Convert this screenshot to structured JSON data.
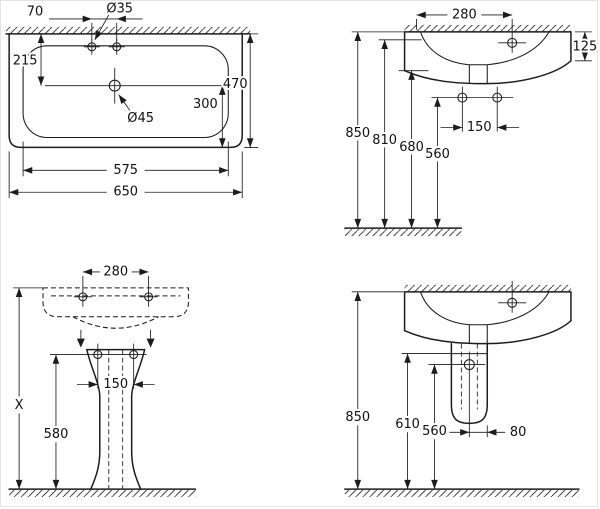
{
  "meta": {
    "drawing": "washbasin-dimensional-drawing",
    "units": "mm"
  },
  "dims": {
    "plan": {
      "tap_hole_spacing": "70",
      "tap_hole_dia": "Ø35",
      "wall_to_center": "215",
      "center_to_front": "300",
      "depth": "470",
      "drain_dia": "Ø45",
      "inner_width": "575",
      "width": "650"
    },
    "side_wall": {
      "tap_hole_offset": "280",
      "apron_height": "125",
      "rim_height": "850",
      "fixing_height": "810",
      "underside_height": "680",
      "connection_height": "560",
      "connection_spacing": "150"
    },
    "front_pedestal": {
      "tap_hole_spacing": "280",
      "rim_height": "X",
      "connection_height": "580",
      "connection_spacing": "150"
    },
    "side_pedestal": {
      "rim_height": "850",
      "trap_cover_height": "610",
      "outlet_height": "560",
      "outlet_offset": "80"
    }
  }
}
